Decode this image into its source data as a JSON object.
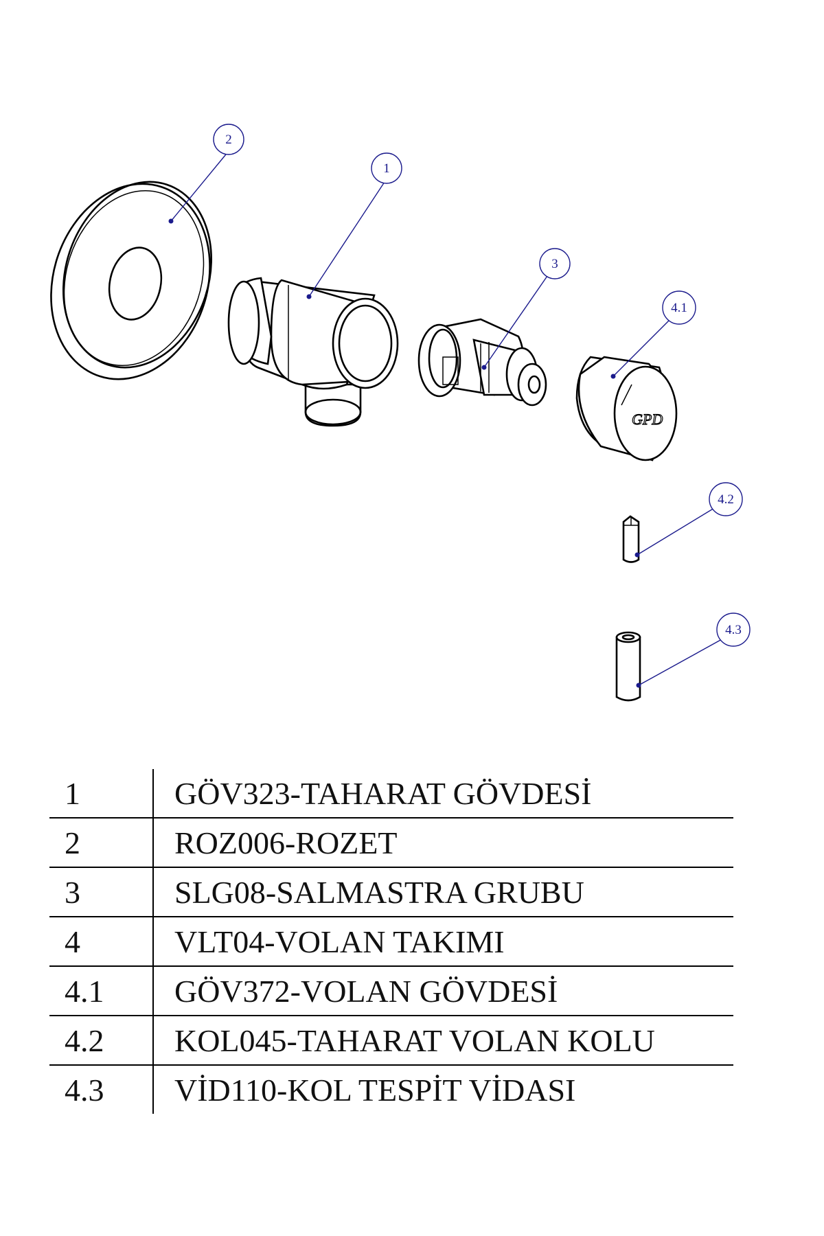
{
  "callouts": [
    {
      "id": "callout-1",
      "label": "1"
    },
    {
      "id": "callout-2",
      "label": "2"
    },
    {
      "id": "callout-3",
      "label": "3"
    },
    {
      "id": "callout-4-1",
      "label": "4.1"
    },
    {
      "id": "callout-4-2",
      "label": "4.2"
    },
    {
      "id": "callout-4-3",
      "label": "4.3"
    }
  ],
  "brand_mark": "GPD",
  "parts_table": [
    {
      "number": "1",
      "description": "GÖV323-TAHARAT GÖVDESİ"
    },
    {
      "number": "2",
      "description": "ROZ006-ROZET"
    },
    {
      "number": "3",
      "description": "SLG08-SALMASTRA GRUBU"
    },
    {
      "number": "4",
      "description": "VLT04-VOLAN TAKIMI"
    },
    {
      "number": "4.1",
      "description": "GÖV372-VOLAN GÖVDESİ"
    },
    {
      "number": "4.2",
      "description": "KOL045-TAHARAT VOLAN KOLU"
    },
    {
      "number": "4.3",
      "description": "VİD110-KOL TESPİT VİDASI"
    }
  ],
  "colors": {
    "callout": "#1a1a8c",
    "line": "#000000",
    "background": "#ffffff"
  }
}
